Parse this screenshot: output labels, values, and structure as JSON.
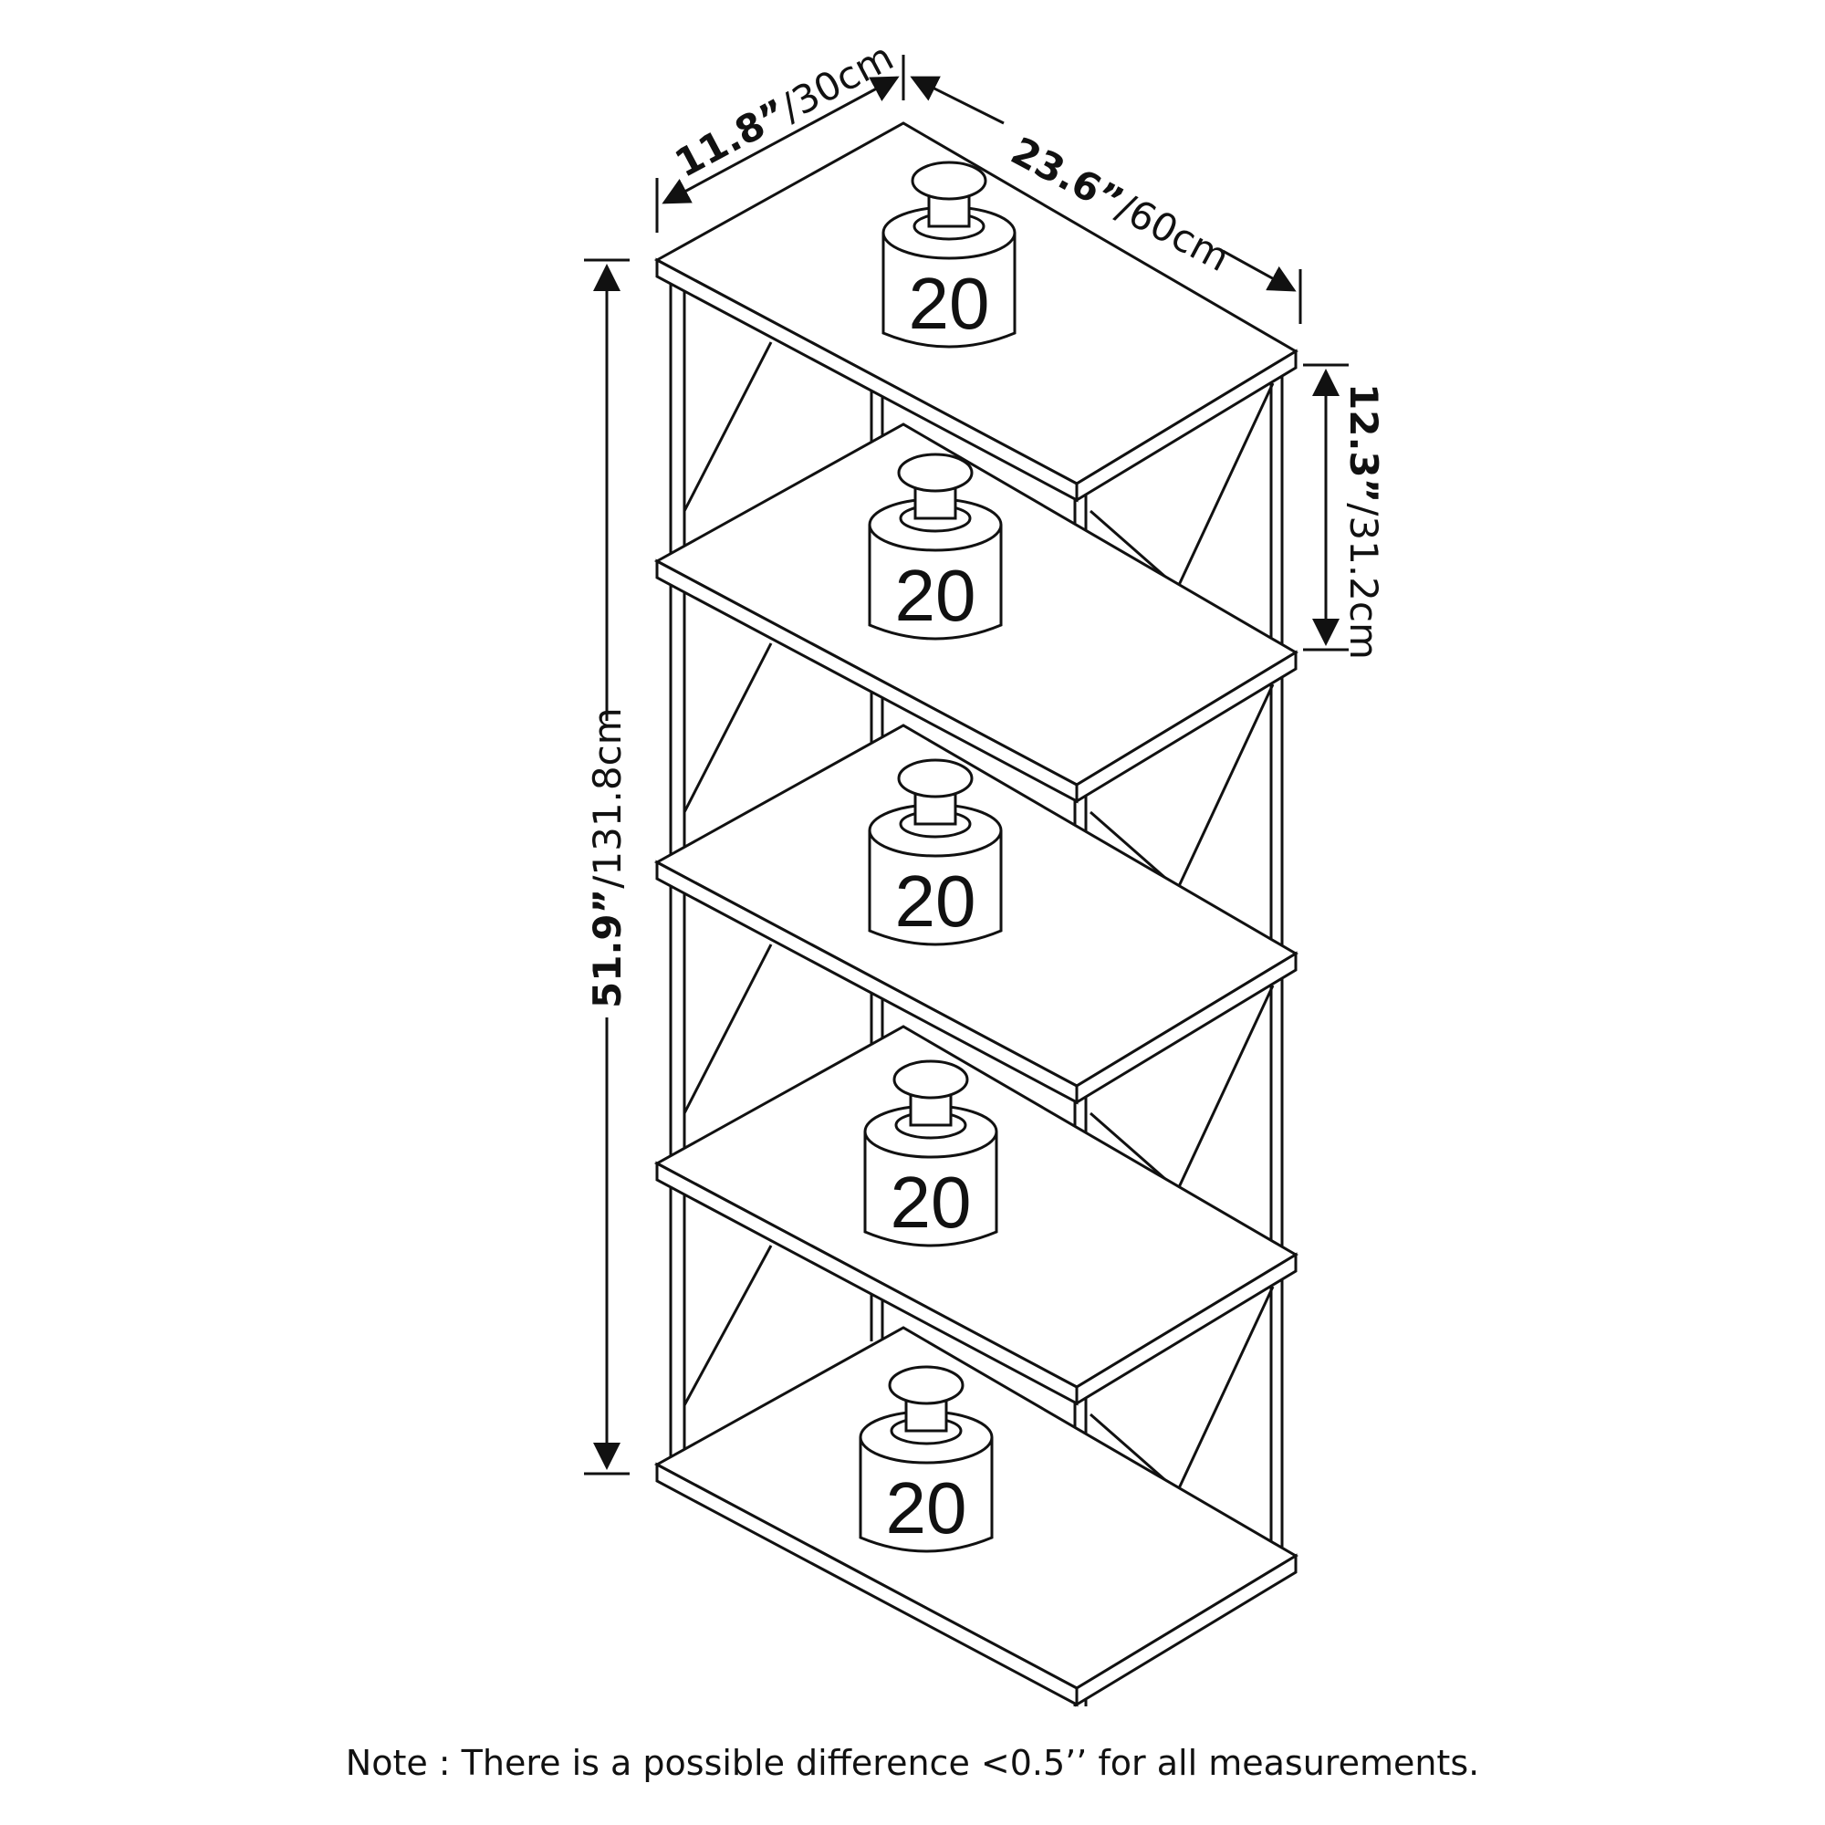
{
  "dimensions": {
    "depth": {
      "imperial": "11.8”",
      "metric": "/30cm"
    },
    "width": {
      "imperial": "23.6”",
      "metric": "/60cm"
    },
    "height": {
      "imperial": "51.9”",
      "metric": "/131.8cm"
    },
    "shelf_spacing": {
      "imperial": "12.3”",
      "metric": "/31.2cm"
    }
  },
  "weights": [
    {
      "label": "20"
    },
    {
      "label": "20"
    },
    {
      "label": "20"
    },
    {
      "label": "20"
    },
    {
      "label": "20"
    }
  ],
  "note": "Note : There is a possible difference <0.5’’ for all measurements."
}
